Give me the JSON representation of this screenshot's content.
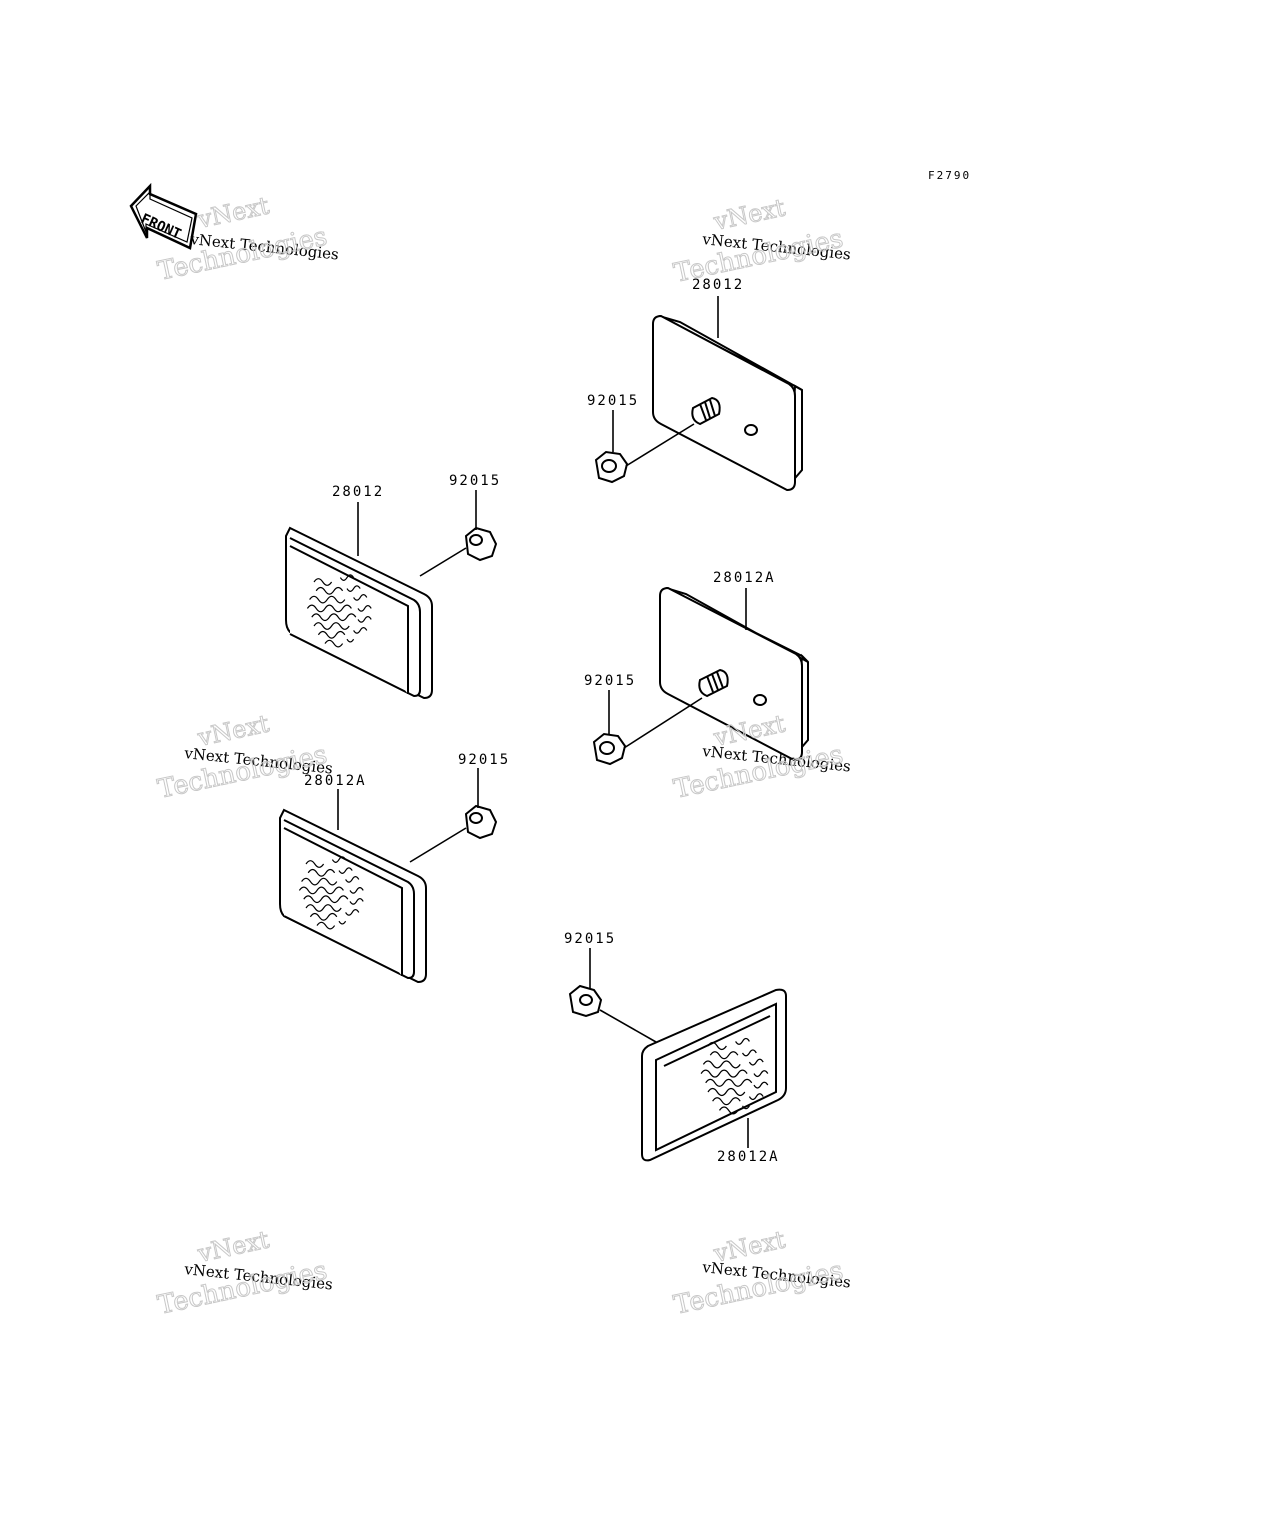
{
  "figure_code": "F2790",
  "front_label": "FRONT",
  "parts": {
    "reflector_upper_right": "28012",
    "nut_upper_right": "92015",
    "reflector_left_upper": "28012",
    "nut_left_upper": "92015",
    "reflector_middle_right": "28012A",
    "nut_middle_right": "92015",
    "reflector_left_lower": "28012A",
    "nut_left_lower": "92015",
    "nut_bottom": "92015",
    "reflector_bottom": "28012A"
  },
  "watermark": {
    "line_small": "vNext Technologies",
    "line_top": "vNext",
    "line_big": "Technologies"
  }
}
